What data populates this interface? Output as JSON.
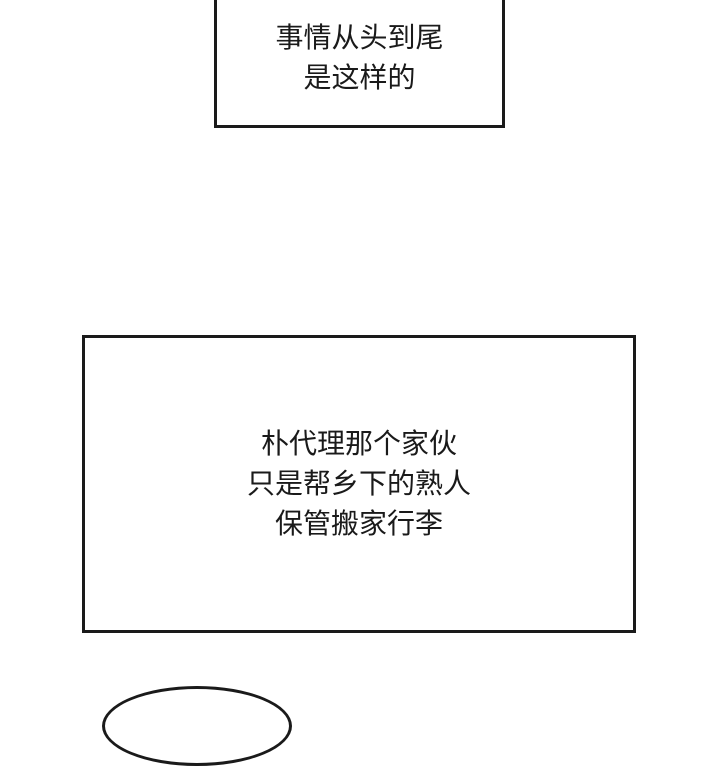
{
  "panel": {
    "caption_1": {
      "lines": [
        "事情从头到尾",
        "是这样的"
      ]
    },
    "caption_2": {
      "lines": [
        "朴代理那个家伙",
        "只是帮乡下的熟人",
        "保管搬家行李"
      ]
    }
  }
}
